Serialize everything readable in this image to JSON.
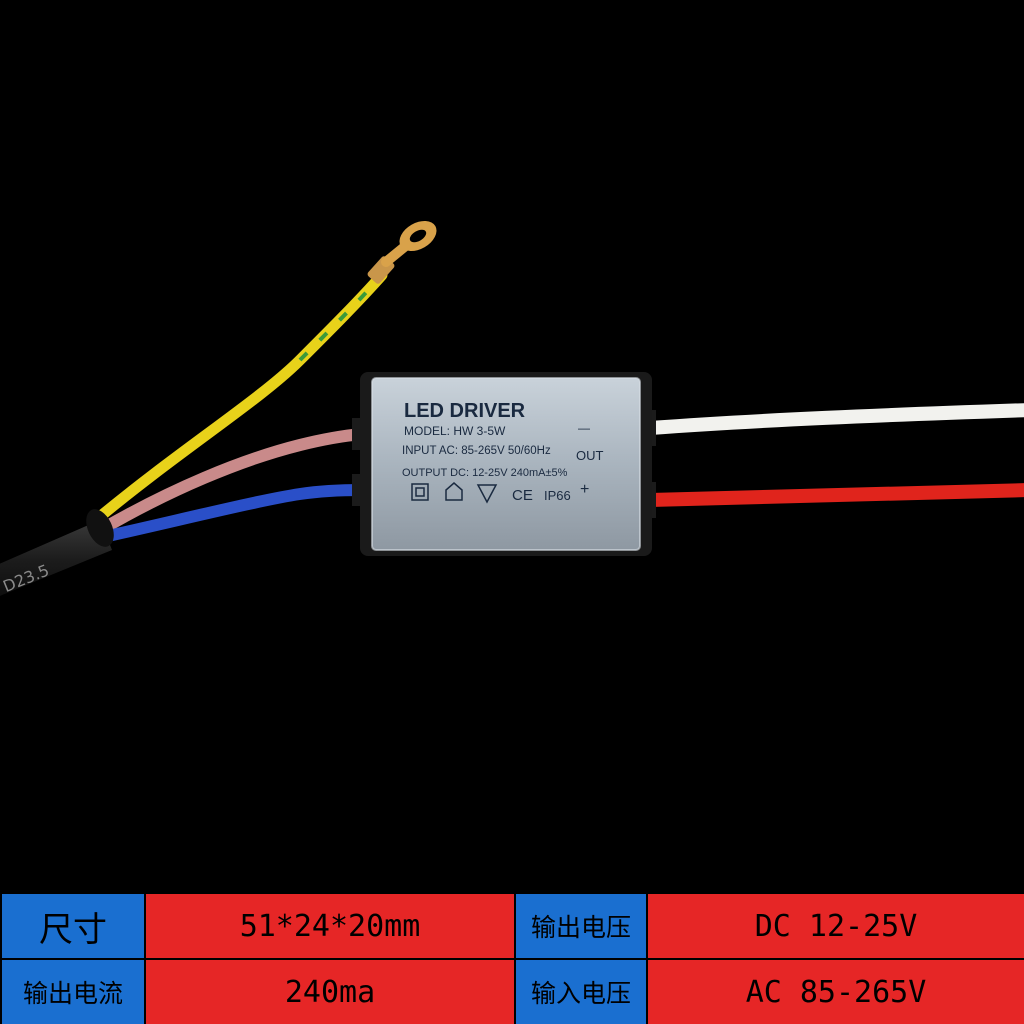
{
  "driver_label": {
    "title": "LED DRIVER",
    "model": "MODEL: HW 3-5W",
    "input": "INPUT AC: 85-265V  50/60Hz",
    "output": "OUTPUT DC: 12-25V   240mA±5%",
    "out_label": "OUT",
    "minus": "—",
    "plus": "+",
    "ce": "CE",
    "ip": "IP66"
  },
  "cable_print": "D23.5",
  "specs": {
    "rows": [
      [
        {
          "label": "尺寸",
          "value": "51*24*20mm"
        },
        {
          "label": "输出电压",
          "value": "DC 12-25V"
        }
      ],
      [
        {
          "label": "输出电流",
          "value": "240ma"
        },
        {
          "label": "输入电压",
          "value": "AC 85-265V"
        }
      ]
    ]
  },
  "colors": {
    "background": "#000000",
    "label_cell": "#1a6fd0",
    "value_cell": "#e62626",
    "wire_yellow": "#e8d21a",
    "wire_green": "#3a9a3a",
    "wire_pink": "#c98a8a",
    "wire_blue": "#2a4fc8",
    "wire_white": "#f2f2ee",
    "wire_red": "#e0241c",
    "ring_terminal": "#d9a24a"
  }
}
